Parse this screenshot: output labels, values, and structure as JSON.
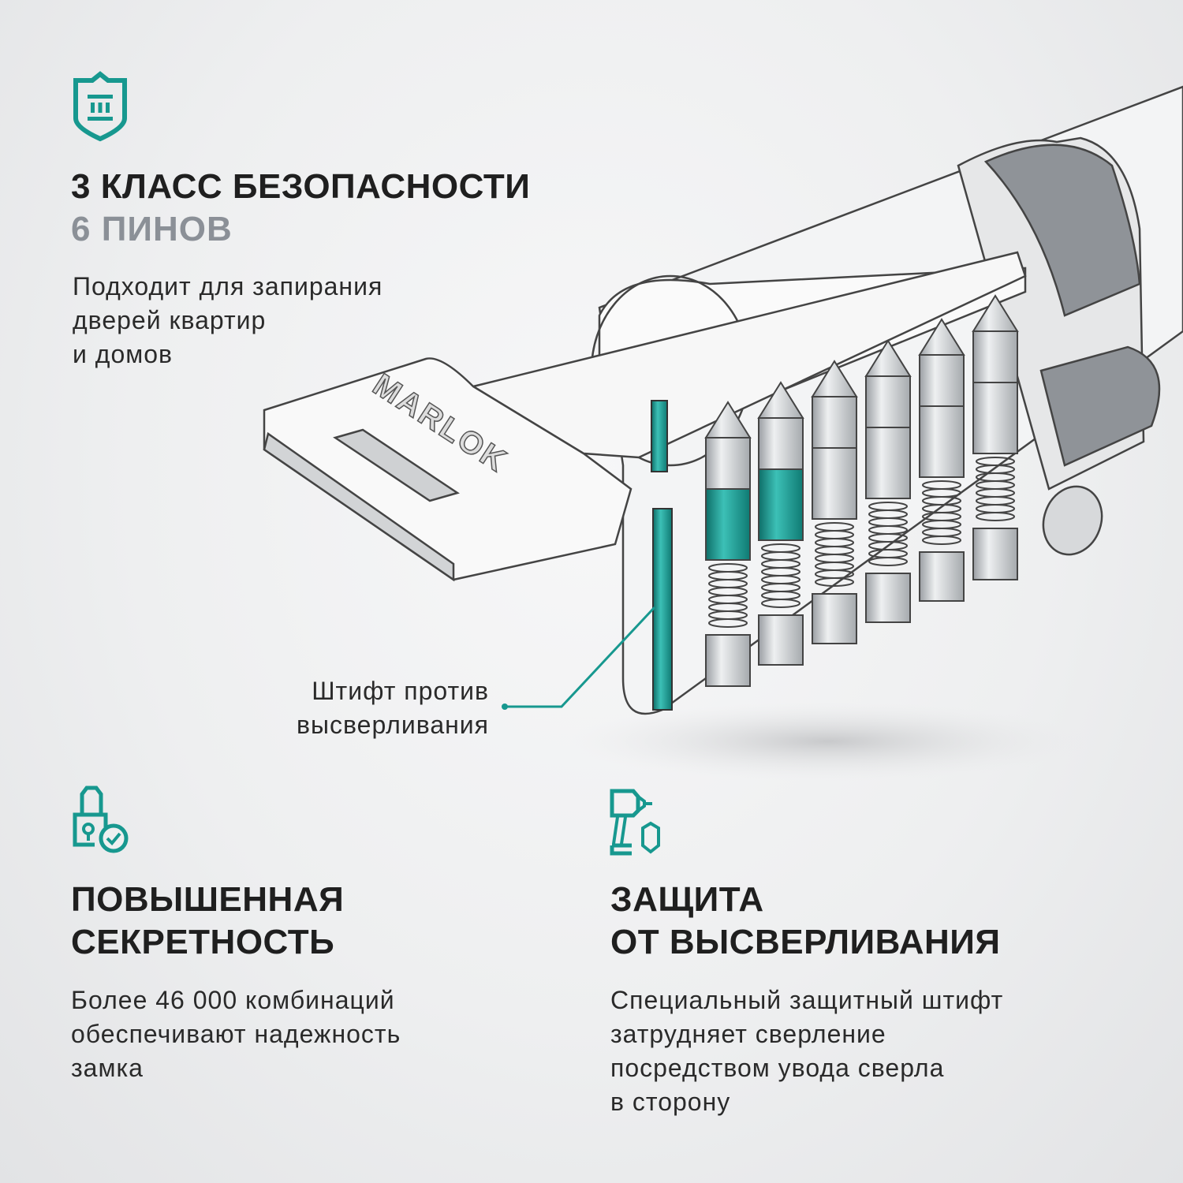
{
  "colors": {
    "accent": "#17988f",
    "text": "#222222",
    "muted": "#8b9097"
  },
  "top": {
    "icon": "shield-bank-icon",
    "title": "3 КЛАСС БЕЗОПАСНОСТИ",
    "subtitle": "6 ПИНОВ",
    "lines": [
      "Подходит для запирания",
      "дверей квартир",
      "и домов"
    ]
  },
  "illustration": {
    "key_brand": "MARLOK"
  },
  "callout": {
    "lines": [
      "Штифт против",
      "высверливания"
    ]
  },
  "features": [
    {
      "icon": "padlock-check-icon",
      "title_lines": [
        "ПОВЫШЕННАЯ",
        "СЕКРЕТНОСТЬ"
      ],
      "lines": [
        "Более 46 000 комбинаций",
        "обеспечивают надежность",
        "замка"
      ]
    },
    {
      "icon": "drill-shield-icon",
      "title_lines": [
        "ЗАЩИТА",
        "ОТ ВЫСВЕРЛИВАНИЯ"
      ],
      "lines": [
        "Специальный защитный штифт",
        "затрудняет сверление",
        "посредством увода сверла",
        "в сторону"
      ]
    }
  ]
}
